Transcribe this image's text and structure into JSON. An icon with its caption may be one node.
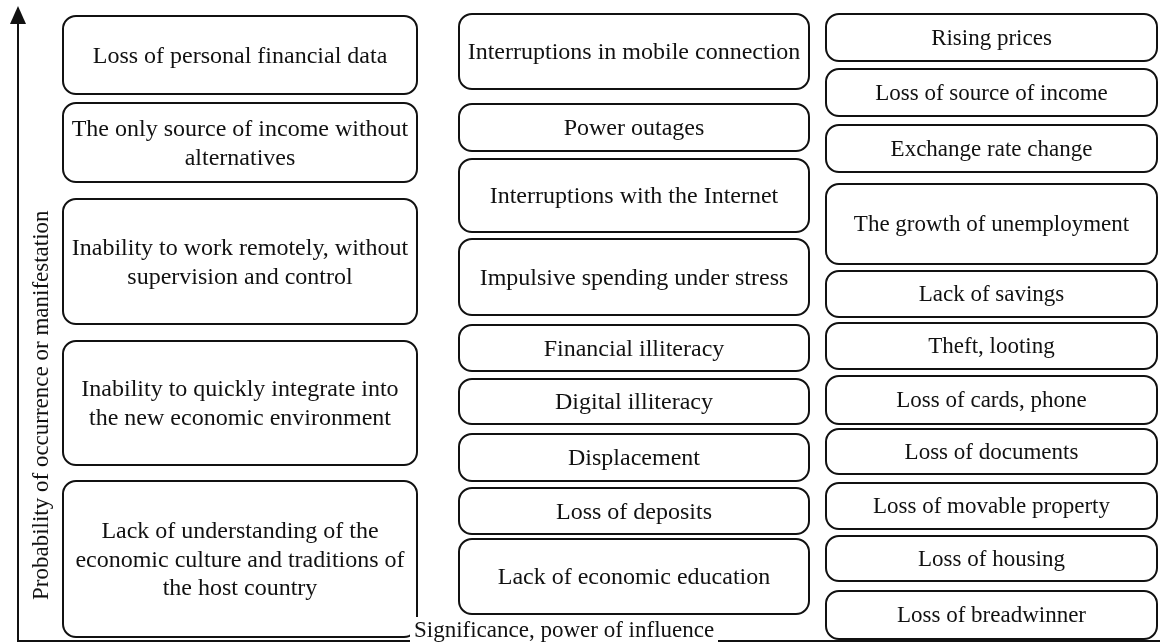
{
  "diagram": {
    "nodes": [
      {
        "text": [
          "Loss of personal financial data"
        ]
      },
      {
        "text": [
          "The only source of income without alternatives"
        ]
      },
      {
        "text": [
          "Inability to work remotely, without supervision and control"
        ]
      },
      {
        "text": [
          "Inability to quickly integrate into the new economic environment"
        ]
      },
      {
        "text": [
          "Lack of understanding of the economic culture and traditions of the host country"
        ]
      },
      {
        "text": [
          "Interruptions in mobile connection"
        ]
      },
      {
        "text": [
          "Power outages"
        ]
      },
      {
        "text": [
          "Interruptions with the Internet"
        ]
      },
      {
        "text": [
          "Impulsive spending under stress"
        ]
      },
      {
        "text": [
          "Financial illiteracy"
        ]
      },
      {
        "text": [
          "Digital illiteracy"
        ]
      },
      {
        "text": [
          "Displacement"
        ]
      },
      {
        "text": [
          "Loss of deposits"
        ]
      },
      {
        "text": [
          "Lack of economic education"
        ]
      },
      {
        "text": [
          "Rising prices"
        ]
      },
      {
        "text": [
          "Loss of source of income"
        ]
      },
      {
        "text": [
          "Exchange rate change"
        ]
      },
      {
        "text": [
          "The growth of unemployment"
        ]
      },
      {
        "text": [
          "Lack of savings"
        ]
      },
      {
        "text": [
          "Theft, looting"
        ]
      },
      {
        "text": [
          "Loss of cards, phone"
        ]
      },
      {
        "text": [
          "Loss of documents"
        ]
      },
      {
        "text": [
          "Loss of movable property"
        ]
      },
      {
        "text": [
          "Loss of housing"
        ]
      },
      {
        "text": [
          "Loss of breadwinner"
        ]
      }
    ],
    "edges": [],
    "labels": [
      "Probability of occurrence or manifestation",
      "Significance, power of influence"
    ]
  }
}
